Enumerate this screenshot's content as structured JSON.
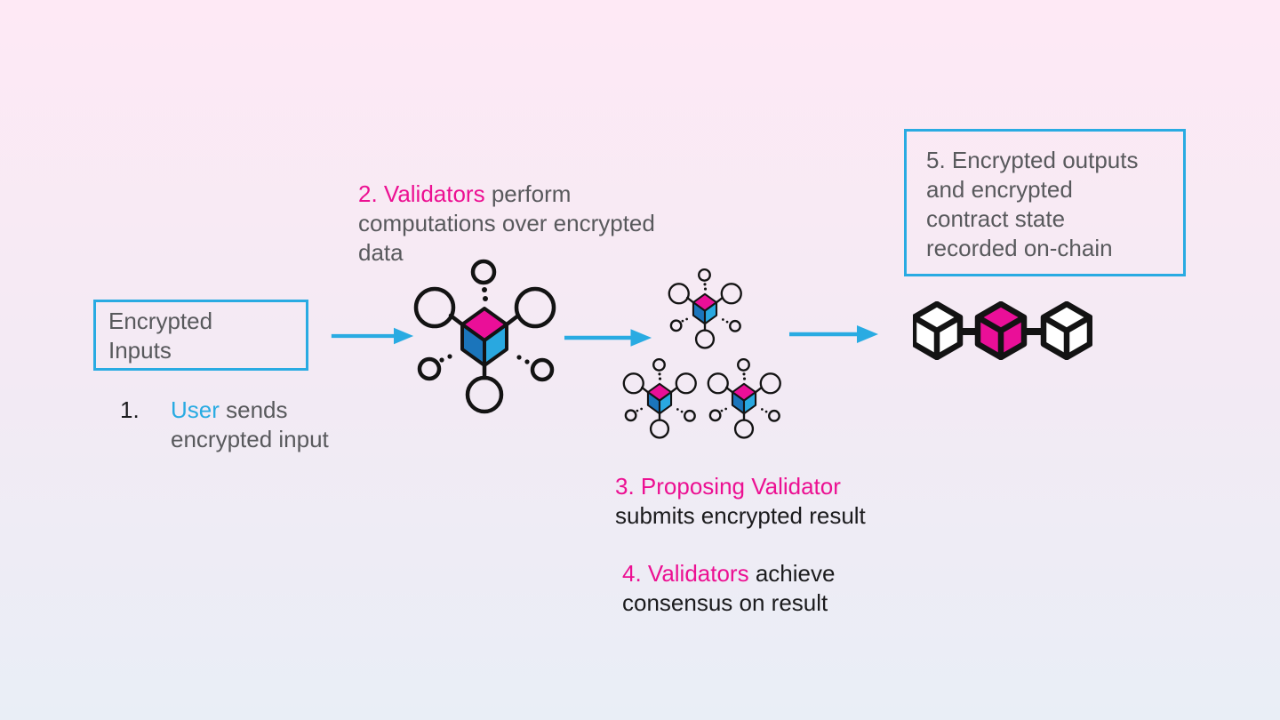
{
  "nodes": {
    "encrypted_inputs": {
      "text": "Encrypted\nInputs"
    },
    "outputs": {
      "text": "5. Encrypted outputs\nand encrypted\ncontract state\nrecorded on-chain"
    }
  },
  "steps": {
    "step1": {
      "number": "1.",
      "highlight": "User",
      "rest": " sends\nencrypted input"
    },
    "step2": {
      "highlight": "2. Validators",
      "rest": " perform\ncomputations over encrypted\ndata"
    },
    "step3": {
      "highlight": "3. Proposing Validator",
      "rest": "\nsubmits encrypted result"
    },
    "step4": {
      "highlight": "4. Validators",
      "rest": " achieve\nconsensus on result"
    }
  },
  "icons": {
    "validator_network": "network-node-cube-icon",
    "proposing_validators": "small-network-node-icon",
    "blockchain": "blockchain-linked-cubes-icon"
  },
  "colors": {
    "accent_cyan": "#29ABE2",
    "accent_magenta": "#EC1092",
    "cube_top": "#EA0F98",
    "cube_right": "#29A8E0",
    "cube_left": "#1B75BB",
    "icon_stroke": "#131313",
    "chain_cube_fill": "#FFFFFF",
    "text_gray": "#58595C",
    "text_black": "#1B1B1D",
    "box_border": "#29ABE2",
    "bg_top": "#FEE9F5",
    "bg_bottom": "#E9EEF6"
  }
}
